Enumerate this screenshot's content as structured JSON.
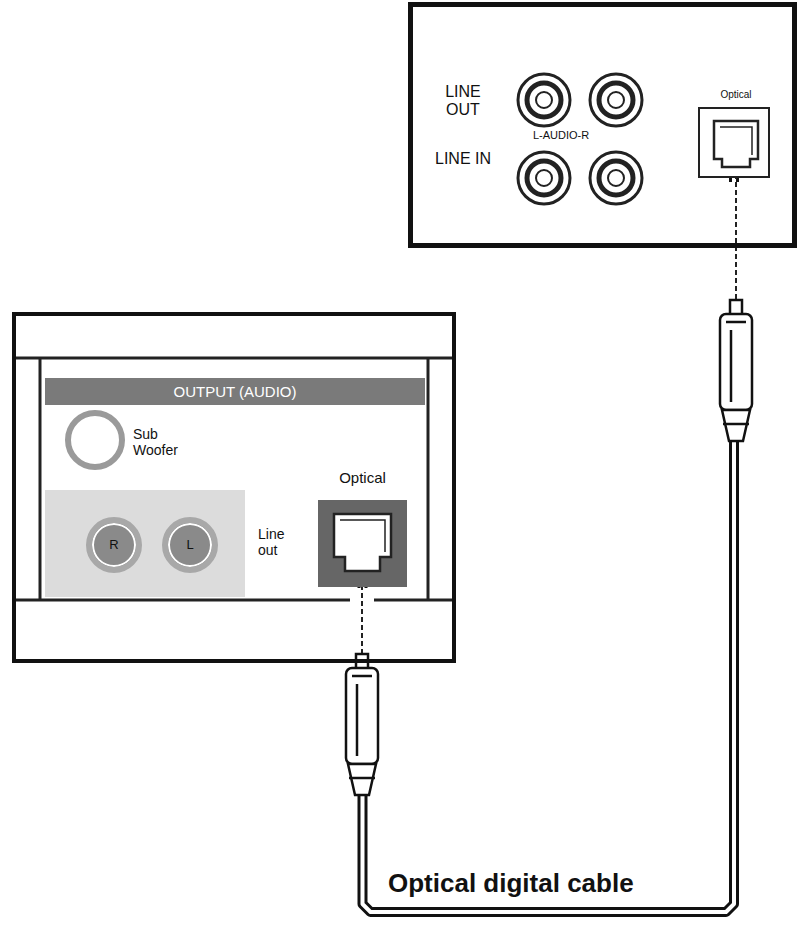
{
  "diagram": {
    "nodes": [
      {
        "text": [
          "LINE OUT",
          "L-AUDIO-R",
          "LINE IN"
        ]
      },
      {
        "text": [
          "Optical"
        ],
        "in": 0
      },
      {
        "text": [
          "OUTPUT (AUDIO)",
          "Sub Woofer",
          "Line out"
        ]
      },
      {
        "text": [
          "R"
        ],
        "in": 2
      },
      {
        "text": [
          "L"
        ],
        "in": 2
      },
      {
        "text": [
          "Optical"
        ],
        "in": 2
      }
    ],
    "edges": [
      {
        "from": 5,
        "to": 1,
        "label": "Optical digital cable",
        "arrow": "none"
      }
    ]
  }
}
